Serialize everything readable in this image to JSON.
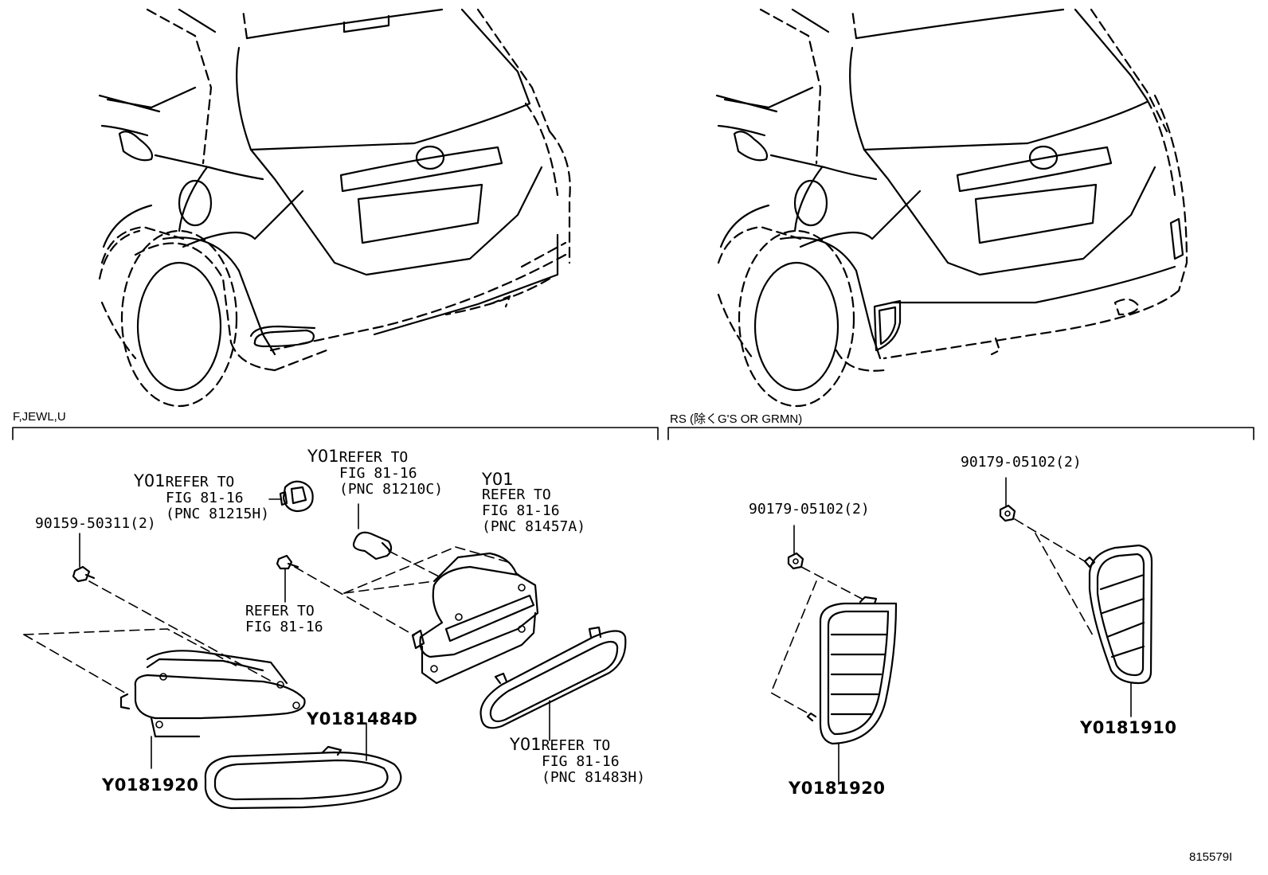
{
  "sections": {
    "left_header": "F,JEWL,U",
    "right_header": "RS (除くG'S OR GRMN)"
  },
  "callouts": {
    "bolt_left": "90159-50311(2)",
    "socket": {
      "code": "Y01",
      "line1": "REFER TO",
      "line2": "FIG 81-16",
      "line3": "(PNC 81215H)"
    },
    "bulb": {
      "code": "Y01",
      "line1": "REFER TO",
      "line2": "FIG 81-16",
      "line3": "(PNC 81210C)"
    },
    "lamp_cover": {
      "code": "Y01",
      "line1": "REFER TO",
      "line2": "FIG 81-16",
      "line3": "(PNC 81457A)"
    },
    "screw": {
      "line1": "REFER TO",
      "line2": "FIG 81-16"
    },
    "bezel_right": {
      "code": "Y01",
      "line1": "REFER TO",
      "line2": "FIG 81-16",
      "line3": "(PNC 81483H)"
    },
    "part_484d": "Y0181484D",
    "part_920_left": "Y0181920",
    "nut_rs_left": "90179-05102(2)",
    "nut_rs_right": "90179-05102(2)",
    "part_920_rs": "Y0181920",
    "part_910_rs": "Y0181910"
  },
  "figure_number": "815579I"
}
